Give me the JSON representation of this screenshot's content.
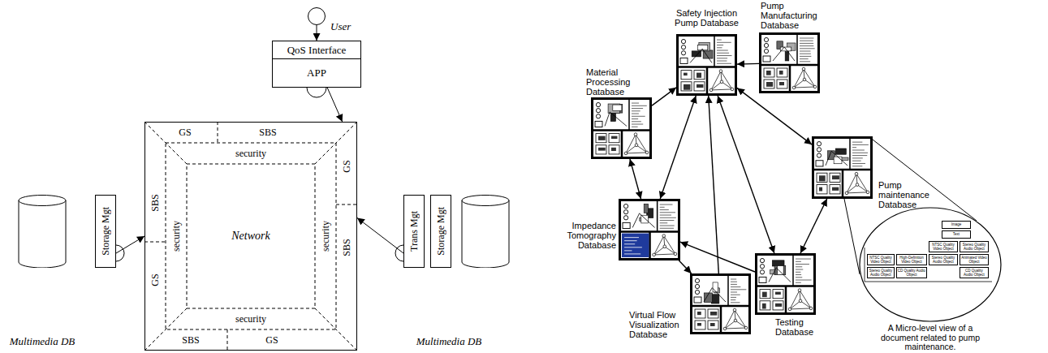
{
  "diagram": {
    "nodes": [
      {
        "text": [
          "User"
        ]
      },
      {
        "text": [
          "QoS Interface"
        ]
      },
      {
        "text": [
          "APP"
        ]
      },
      {
        "text": [
          "Multimedia DB"
        ]
      },
      {
        "text": [
          "Storage Mgt"
        ]
      },
      {
        "text": [
          "Network"
        ]
      },
      {
        "text": [
          "Trans Mgt"
        ]
      },
      {
        "text": [
          "Storage Mgt"
        ]
      },
      {
        "text": [
          "Multimedia DB"
        ]
      },
      {
        "text": [
          "Pump Manufacturing Database"
        ]
      },
      {
        "text": [
          "Safety Injection Pump Database"
        ]
      },
      {
        "text": [
          "Material Processing Database"
        ]
      },
      {
        "text": [
          "Pump maintenance Database"
        ]
      },
      {
        "text": [
          "Impedance Tomography Database"
        ]
      },
      {
        "text": [
          "Testing Database"
        ]
      },
      {
        "text": [
          "Virtual Flow Visualization Database"
        ]
      },
      {
        "text": [
          "A Micro-level view of a document related to pump maintenance."
        ]
      },
      {
        "text": [
          "Image"
        ],
        "in": 16
      },
      {
        "text": [
          "Text"
        ],
        "in": 16
      },
      {
        "text": [
          "NTSC Quality Video Object"
        ],
        "in": 16
      },
      {
        "text": [
          "Stereo Quality Audio Object"
        ],
        "in": 16
      },
      {
        "text": [
          "NTSC Quality Video Object"
        ],
        "in": 16
      },
      {
        "text": [
          "High-Definition Video Object"
        ],
        "in": 16
      },
      {
        "text": [
          "Stereo Quality Audio Object"
        ],
        "in": 16
      },
      {
        "text": [
          "Animated Video Object"
        ],
        "in": 16
      },
      {
        "text": [
          "Stereo Quality Audio Object"
        ],
        "in": 16
      },
      {
        "text": [
          "CD Quality Audio Object"
        ],
        "in": 16
      },
      {
        "text": [
          "CD Quality Audio Object"
        ],
        "in": 16
      }
    ],
    "edges": [
      {
        "from": 0,
        "to": 1,
        "arrow": "to"
      },
      {
        "from": 2,
        "to": 5,
        "arrow": "to"
      },
      {
        "from": 4,
        "to": 5,
        "arrow": "to"
      },
      {
        "from": 6,
        "to": 5,
        "arrow": "to"
      },
      {
        "from": 11,
        "to": 10,
        "arrow": "to"
      },
      {
        "from": 9,
        "to": 10,
        "arrow": "to"
      },
      {
        "from": 10,
        "to": 12,
        "arrow": "both"
      },
      {
        "from": 13,
        "to": 10,
        "arrow": "both"
      },
      {
        "from": 11,
        "to": 13,
        "arrow": "both"
      },
      {
        "from": 15,
        "to": 10,
        "arrow": "to"
      },
      {
        "from": 14,
        "to": 10,
        "arrow": "both"
      },
      {
        "from": 14,
        "to": 13,
        "arrow": "to"
      },
      {
        "from": 13,
        "to": 15,
        "arrow": "to"
      },
      {
        "from": 14,
        "to": 12,
        "arrow": "both"
      }
    ],
    "labels": [
      "GS",
      "SBS",
      "GS",
      "SBS",
      "SBS",
      "GS",
      "SBS",
      "GS",
      "security",
      "security",
      "security",
      "security"
    ]
  }
}
